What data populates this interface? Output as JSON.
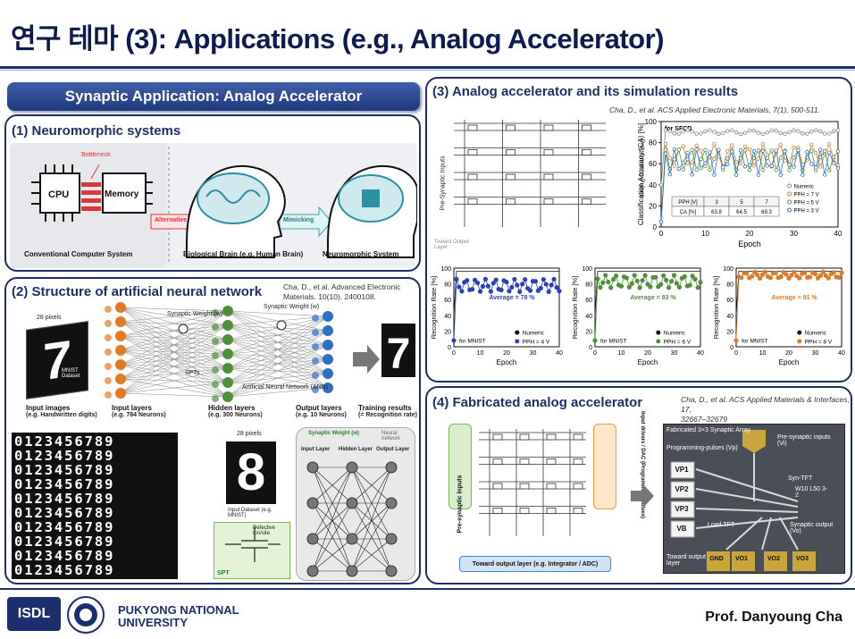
{
  "slide": {
    "title": "연구 테마 (3): Applications (e.g., Analog Accelerator)",
    "banner": "Synaptic Application: Analog Accelerator"
  },
  "panel1": {
    "title": "(1) Neuromorphic systems",
    "cpu": "CPU",
    "memory": "Memory",
    "bottleneck": "Bottleneck",
    "alternative": "Alternative",
    "mimicking": "Mimicking",
    "cap_conventional": "Conventional Computer System",
    "cap_brain": "Biological Brain (e.g. Human Brain)",
    "cap_neuromorphic": "Neuromorphic System"
  },
  "panel2": {
    "title": "(2) Structure of artificial neural network",
    "cite_line1": "Cha, D., et al. Advanced Electronic",
    "cite_line2": "Materials. 10(10), 2400108.",
    "pixels_28": "28 pixels",
    "mnist": "MNIST Dataset",
    "synaptic_weight": "Synaptic Weight (w)",
    "ann": "Artificial Neural Network (ANN)",
    "spts": "SPTs",
    "input_images": "Input images",
    "input_images_sub": "(e.g. Handwritten digits)",
    "input_layers": "Input layers",
    "input_layers_sub": "(e.g. 784 Neurons)",
    "hidden_layers": "Hidden layers",
    "hidden_layers_sub": "(e.g. 300 Neurons)",
    "output_layers": "Output layers",
    "output_layers_sub": "(e.g. 10 Neurons)",
    "training_results": "Training results",
    "training_results_sub": "(= Recognition rate)",
    "input_dataset": "Input Dataset (e.g. MNIST)",
    "defective_ion": "Defective ion/site",
    "spt": "SPT",
    "net_synaptic_weight": "Synaptic Weight (w)",
    "neural_network": "Neural network",
    "input_layer": "Input Layer",
    "hidden_layer": "Hidden Layer",
    "output_layer": "Output Layer",
    "digit_rows": [
      "0123456789",
      "0123456789",
      "0123456789",
      "0123456789",
      "0123456789",
      "0123456789",
      "0123456789",
      "0123456789",
      "0123456789",
      "0123456789"
    ]
  },
  "panel3": {
    "title": "(3) Analog accelerator and its simulation results",
    "cite": "Cha, D., et al. ACS Applied Electronic Materials, 7(1), 500-511.",
    "pre_synaptic": "Pre-Synaptic Inputs",
    "programming_pulses": "Programming-Pulses",
    "toward_output": "Toward Output Layer",
    "main_chart": {
      "title": "for SFCD",
      "ylabel": "Classification Accuracy (CA) [%]",
      "xlabel": "Epoch",
      "legend": [
        "Numeric",
        "PPH = 7 V",
        "PPH = 5 V",
        "PPH = 3 V"
      ],
      "table_headers": [
        "PPH [V]",
        "3",
        "5",
        "7"
      ],
      "table_row": [
        "CA [%]",
        "63.8",
        "64.5",
        "69.3"
      ]
    },
    "small_charts": [
      {
        "ylabel": "Recognition Rate [%]",
        "xlabel": "Epoch",
        "average": "Average = 78 %",
        "legend": [
          "Numeric",
          "PPH = 4 V"
        ],
        "note": "for MNIST"
      },
      {
        "ylabel": "Recognition Rate [%]",
        "xlabel": "Epoch",
        "average": "Average = 83 %",
        "legend": [
          "Numeric",
          "PPH = 6 V"
        ],
        "note": "for MNIST"
      },
      {
        "ylabel": "Recognition Rate [%]",
        "xlabel": "Epoch",
        "average": "Average = 91 %",
        "legend": [
          "Numeric",
          "PPH = 8 V"
        ],
        "note": "for MNIST"
      }
    ]
  },
  "panel4": {
    "title": "(4) Fabricated analog accelerator",
    "cite_line1": "Cha, D., et al. ACS Applied Materials & Interfaces, 17,",
    "cite_line2": "32667–32679",
    "pre_synaptic_inputs": "Pre-synaptic inputs",
    "input_drivers": "Input drivers / DAC (Programming-pulses)",
    "toward_output_layer": "Toward output layer (e.g. Integrator / ADC)",
    "fab_array": "Fabricated 3×3 Synaptic Array",
    "prog_pulses": "Programming-pulses (Vp)",
    "pre_inputs_vi": "Pre-synaptic inputs (Vi)",
    "syn_tft": "Syn-TFT",
    "chip_mark": "W10 L50 3-2",
    "load_tft": "Load TFT",
    "synaptic_output": "Synaptic output (Vo)",
    "toward_output": "Toward output layer",
    "pads": [
      "GND",
      "VO1",
      "VO2",
      "VO3"
    ],
    "left_pads": [
      "VP1",
      "VP2",
      "VP3",
      "VB"
    ]
  },
  "footer": {
    "isdl": "ISDL",
    "university_line1": "PUKYONG NATIONAL",
    "university_line2": "UNIVERSITY",
    "professor": "Prof. Danyoung Cha"
  }
}
